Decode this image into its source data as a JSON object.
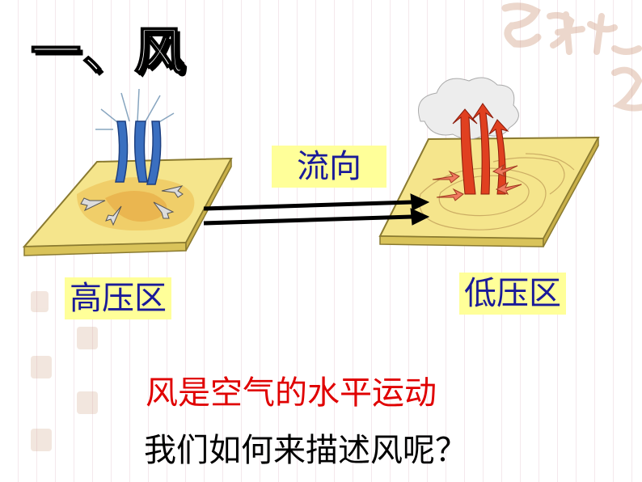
{
  "title": "一、风",
  "flow_label": "流向",
  "high_pressure_label": "高压区",
  "low_pressure_label": "低压区",
  "definition_text": "风是空气的水平运动",
  "question_text": "我们如何来描述风呢？",
  "colors": {
    "label_background": "#ffff99",
    "label_text": "#1a1a99",
    "definition_text": "#e00000",
    "high_pressure_arrows": "#3a6fc0",
    "low_pressure_arrows": "#e04020",
    "plate": "#f5e58c"
  },
  "icons": [
    "high-pressure-illustration",
    "low-pressure-illustration",
    "flow-arrow-icon",
    "watermark-seal"
  ]
}
